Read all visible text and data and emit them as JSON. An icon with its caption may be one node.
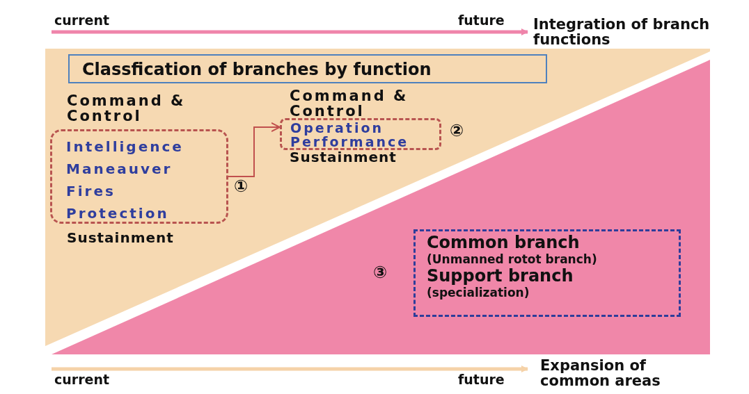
{
  "diagram": {
    "nodes": [
      {
        "text": [
          "Classfication of branches by function"
        ]
      },
      {
        "text": [
          "Intelligence",
          "Maneauver",
          "Fires",
          "Protection"
        ]
      },
      {
        "text": [
          "Operation Performance"
        ]
      },
      {
        "text": [
          "Common branch",
          "(Unmanned rotot branch)",
          "Support branch",
          "(specialization)"
        ]
      }
    ],
    "edges": [
      {
        "from": 1,
        "to": 2,
        "arrow": "to"
      }
    ],
    "labels": [
      "current",
      "future",
      "Integration of branch functions",
      "Command & Control",
      "Sustainment",
      "①",
      "Command & Control",
      "②",
      "Sustainment",
      "③",
      "current",
      "future",
      "Expansion of common areas"
    ]
  }
}
